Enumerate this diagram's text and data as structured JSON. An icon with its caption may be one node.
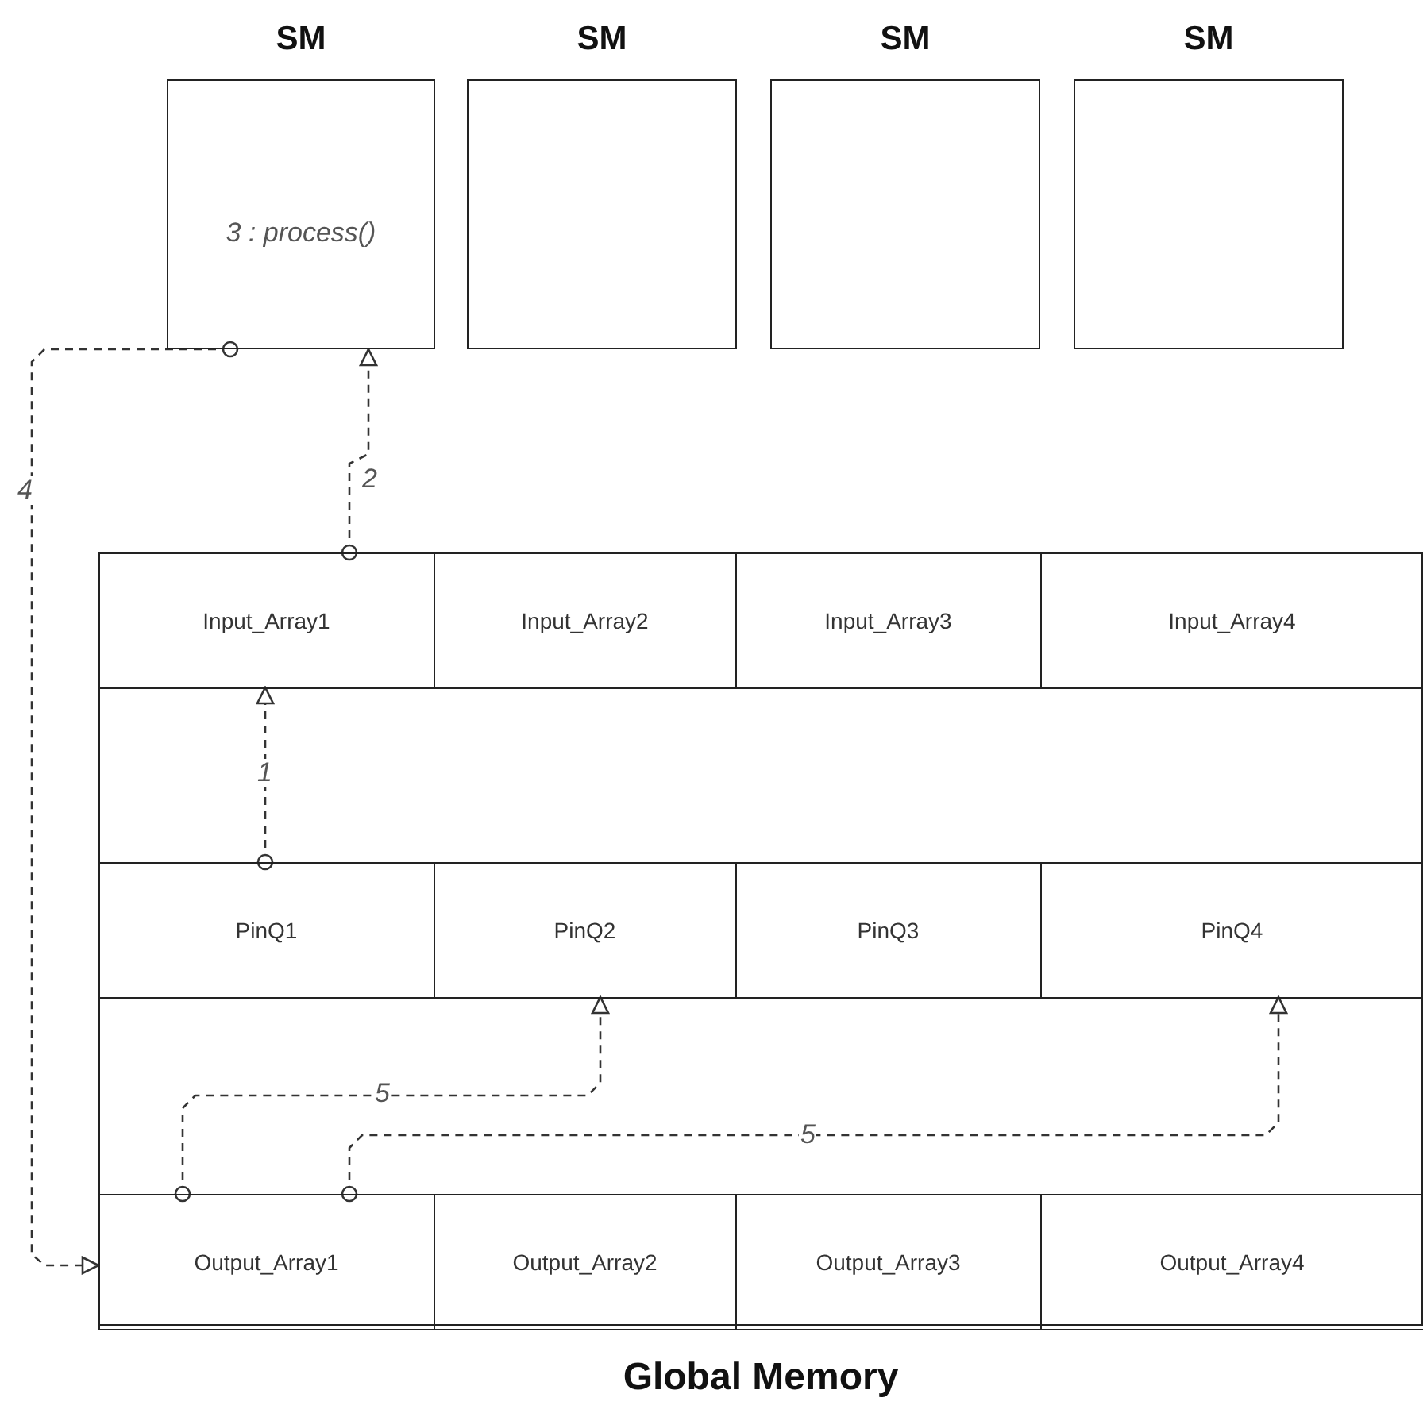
{
  "diagram": {
    "nodes": [
      {
        "text": [
          "SM",
          "3 : process()"
        ]
      },
      {
        "text": [
          "SM"
        ]
      },
      {
        "text": [
          "SM"
        ]
      },
      {
        "text": [
          "SM"
        ]
      },
      {
        "text": [
          "Global Memory"
        ]
      },
      {
        "text": [
          "Input_Array1"
        ],
        "in": 4
      },
      {
        "text": [
          "Input_Array2"
        ],
        "in": 4
      },
      {
        "text": [
          "Input_Array3"
        ],
        "in": 4
      },
      {
        "text": [
          "Input_Array4"
        ],
        "in": 4
      },
      {
        "text": [
          "PinQ1"
        ],
        "in": 4
      },
      {
        "text": [
          "PinQ2"
        ],
        "in": 4
      },
      {
        "text": [
          "PinQ3"
        ],
        "in": 4
      },
      {
        "text": [
          "PinQ4"
        ],
        "in": 4
      },
      {
        "text": [
          "Output_Array1"
        ],
        "in": 4
      },
      {
        "text": [
          "Output_Array2"
        ],
        "in": 4
      },
      {
        "text": [
          "Output_Array3"
        ],
        "in": 4
      },
      {
        "text": [
          "Output_Array4"
        ],
        "in": 4
      }
    ],
    "edges": [
      {
        "from": 9,
        "to": 5,
        "arrow": "to",
        "label": "1",
        "style": "dashed"
      },
      {
        "from": 5,
        "to": 0,
        "arrow": "to",
        "label": "2",
        "style": "dashed"
      },
      {
        "from": 0,
        "to": 13,
        "arrow": "to",
        "label": "4",
        "style": "dashed"
      },
      {
        "from": 13,
        "to": 10,
        "arrow": "to",
        "label": "5",
        "style": "dashed"
      },
      {
        "from": 13,
        "to": 12,
        "arrow": "to",
        "label": "5",
        "style": "dashed"
      }
    ]
  }
}
